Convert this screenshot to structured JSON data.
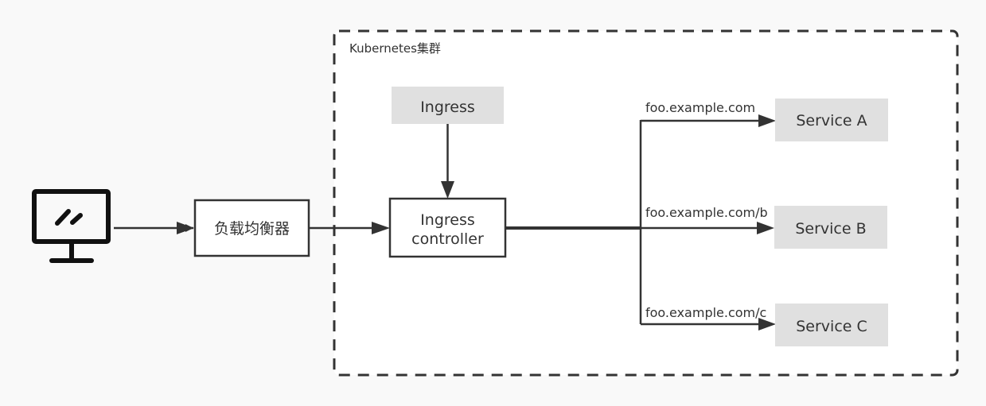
{
  "diagram": {
    "type": "architecture-flow",
    "cluster": {
      "label": "Kubernetes集群",
      "style": "dashed"
    },
    "nodes": {
      "client": {
        "icon": "monitor-icon",
        "label": ""
      },
      "load_balancer": {
        "label": "负载均衡器"
      },
      "ingress": {
        "label": "Ingress"
      },
      "ingress_controller": {
        "line1": "Ingress",
        "line2": "controller"
      },
      "service_a": {
        "label": "Service A"
      },
      "service_b": {
        "label": "Service B"
      },
      "service_c": {
        "label": "Service C"
      }
    },
    "edges": [
      {
        "from": "client",
        "to": "load_balancer",
        "label": ""
      },
      {
        "from": "load_balancer",
        "to": "ingress_controller",
        "label": ""
      },
      {
        "from": "ingress",
        "to": "ingress_controller",
        "label": ""
      },
      {
        "from": "ingress_controller",
        "to": "service_a",
        "label": "foo.example.com"
      },
      {
        "from": "ingress_controller",
        "to": "service_b",
        "label": "foo.example.com/b"
      },
      {
        "from": "ingress_controller",
        "to": "service_c",
        "label": "foo.example.com/c"
      }
    ],
    "colors": {
      "background": "#f9f9f9",
      "cluster_fill": "#ffffff",
      "stroke": "#333333",
      "grey_box": "#e0e0e0"
    }
  }
}
